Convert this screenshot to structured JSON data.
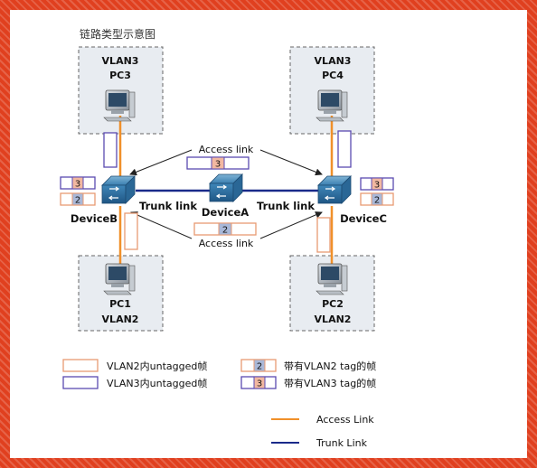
{
  "caption": "链路类型示意图",
  "hosts": {
    "pc3": {
      "vlan": "VLAN3",
      "name": "PC3"
    },
    "pc4": {
      "vlan": "VLAN3",
      "name": "PC4"
    },
    "pc1": {
      "name": "PC1",
      "vlan": "VLAN2"
    },
    "pc2": {
      "name": "PC2",
      "vlan": "VLAN2"
    }
  },
  "devices": {
    "b": "DeviceB",
    "a": "DeviceA",
    "c": "DeviceC"
  },
  "links": {
    "access_top": "Access link",
    "access_bottom": "Access link",
    "trunk_left": "Trunk link",
    "trunk_right": "Trunk link"
  },
  "frames": {
    "tag3": "3",
    "tag2": "2"
  },
  "legend": {
    "vlan2_untagged": "VLAN2内untagged帧",
    "vlan3_untagged": "VLAN3内untagged帧",
    "vlan2_tagged": "带有VLAN2 tag的帧",
    "vlan3_tagged": "带有VLAN3 tag的帧",
    "access_link": "Access Link",
    "trunk_link": "Trunk Link"
  },
  "colors": {
    "access": "#f0902a",
    "trunk": "#1a2a8a",
    "vlan2_frame": "#e89a72",
    "vlan3_frame": "#5a4ab0",
    "tag_fill": "#f2b8a0",
    "tag2_fill": "#a9b8d8",
    "switch": "#3a7fb0"
  }
}
